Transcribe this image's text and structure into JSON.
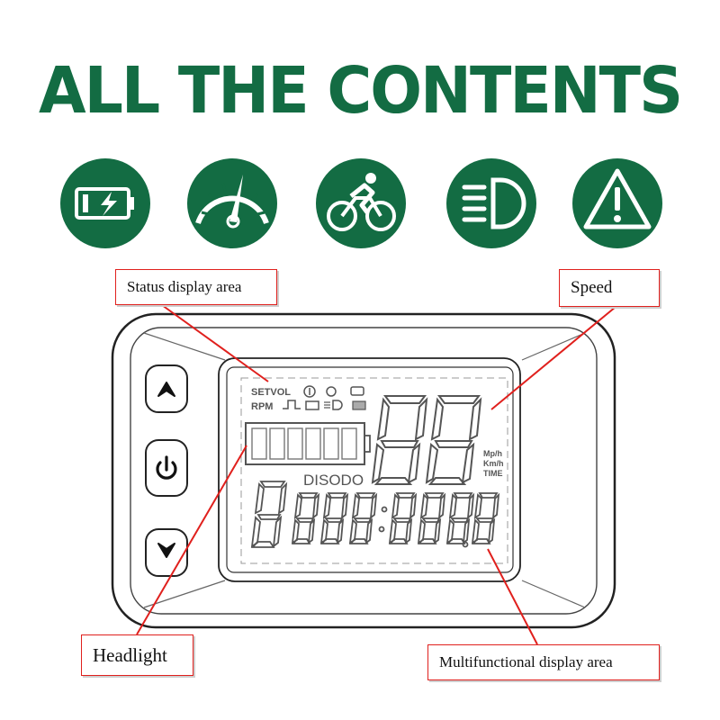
{
  "title": "ALL THE CONTENTS",
  "colors": {
    "brand_green": "#136c43",
    "callout_red": "#e0201d"
  },
  "feature_icons": [
    "battery-icon",
    "speedometer-icon",
    "cyclist-icon",
    "headlight-icon",
    "warning-icon"
  ],
  "callouts": {
    "status": "Status display area",
    "speed": "Speed",
    "headlight": "Headlight",
    "multifunctional": "Multifunctional display area"
  },
  "lcd": {
    "setvol": "SETVOL",
    "rpm": "RPM",
    "disodo": "DISODO",
    "unit_mph": "Mp/h",
    "unit_kmh": "Km/h",
    "unit_time": "TIME"
  }
}
